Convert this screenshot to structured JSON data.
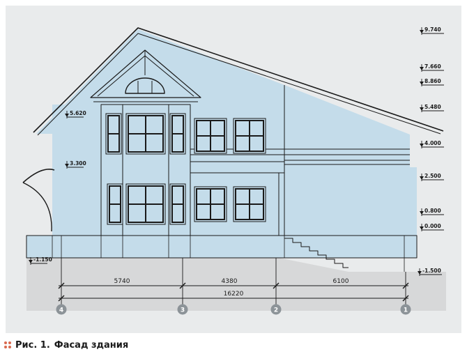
{
  "colors": {
    "panel": "#e9ebec",
    "wall": "#c4dcea",
    "ground": "#d7d8d9",
    "line": "#1a1a1a",
    "axis_circle": "#8c9398",
    "bullet": "#d96a4f"
  },
  "caption": {
    "label": "Рис. 1.",
    "text": "Фасад здания"
  },
  "levels": {
    "right": [
      {
        "label": "9.740",
        "value": 9.74
      },
      {
        "label": "7.660",
        "value": 7.66
      },
      {
        "label": "8.860",
        "value": 8.86
      },
      {
        "label": "5.480",
        "value": 5.48
      },
      {
        "label": "4.000",
        "value": 4.0
      },
      {
        "label": "2.500",
        "value": 2.5
      },
      {
        "label": "0.800",
        "value": 0.8
      },
      {
        "label": "0.000",
        "value": 0.0
      },
      {
        "label": "-1.500",
        "value": -1.5
      }
    ],
    "left": [
      {
        "label": "5.620",
        "value": 5.62
      },
      {
        "label": "3.300",
        "value": 3.3
      },
      {
        "label": "-1.150",
        "value": -1.15
      }
    ]
  },
  "dimensions": {
    "spans": [
      {
        "label": "5740",
        "value": 5740
      },
      {
        "label": "4380",
        "value": 4380
      },
      {
        "label": "6100",
        "value": 6100
      }
    ],
    "total": {
      "label": "16220",
      "value": 16220
    }
  },
  "axes": [
    "4",
    "3",
    "2",
    "1"
  ]
}
